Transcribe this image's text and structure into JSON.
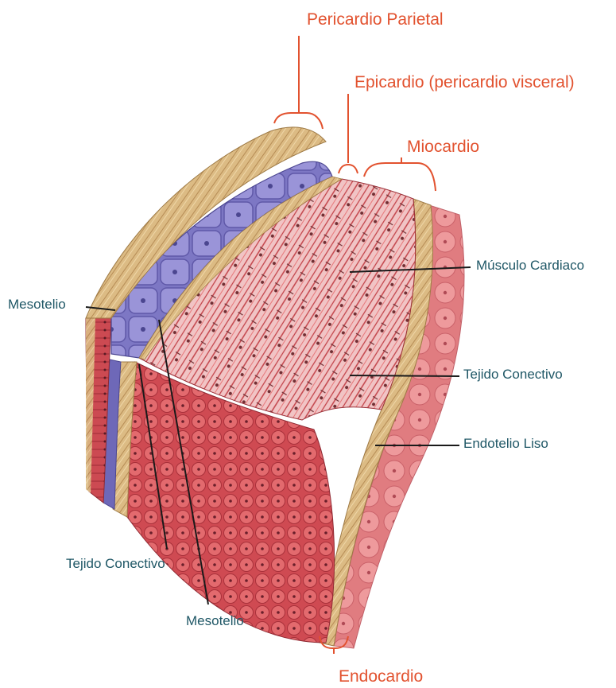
{
  "colors": {
    "orange_label": "#e2522f",
    "teal_label": "#1f5766",
    "leader_line": "#1a1a1a",
    "mesothelium_purple": "#8c86cf",
    "connective_tan": "#d6b27a",
    "myocardium_red": "#d8575a",
    "endothelium_pink": "#e88a8c",
    "background": "#ffffff"
  },
  "labels": {
    "pericardio_parietal": "Pericardio Parietal",
    "epicardio": "Epicardio (pericardio visceral)",
    "miocardio": "Miocardio",
    "musculo_cardiaco": "Músculo Cardiaco",
    "tejido_conectivo_right": "Tejido Conectivo",
    "endotelio_liso": "Endotelio Liso",
    "mesotelio_left": "Mesotelio",
    "tejido_conectivo_bottom": "Tejido Conectivo",
    "mesotelio_bottom": "Mesotelio",
    "endocardio": "Endocardio"
  }
}
